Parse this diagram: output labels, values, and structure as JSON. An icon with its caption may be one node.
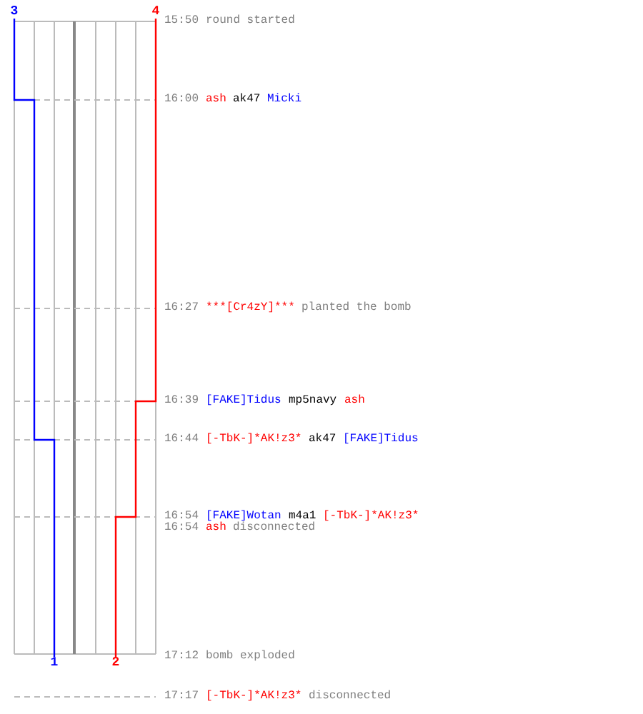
{
  "diagram": {
    "nodes": [
      {
        "text": [
          "3"
        ]
      },
      {
        "text": [
          "4"
        ]
      },
      {
        "text": [
          "1"
        ]
      },
      {
        "text": [
          "2"
        ]
      }
    ],
    "edges": [
      {
        "from": 0,
        "to": 2,
        "arrow": "none",
        "color": "#0000ff"
      },
      {
        "from": 1,
        "to": 3,
        "arrow": "none",
        "color": "#ff0000"
      }
    ],
    "labels": [
      "15:50",
      "round started",
      "16:00",
      "ash",
      "ak47",
      "Micki",
      "16:27",
      "***[Cr4zY]***",
      "planted the bomb",
      "16:39",
      "[FAKE]Tidus",
      "mp5navy",
      "ash",
      "16:44",
      "[-TbK-]*AK!z3*",
      "ak47",
      "[FAKE]Tidus",
      "16:54",
      "[FAKE]Wotan",
      "m4a1",
      "[-TbK-]*AK!z3*",
      "16:54",
      "ash",
      "disconnected",
      "17:12",
      "bomb exploded",
      "17:17",
      "[-TbK-]*AK!z3*",
      "disconnected"
    ]
  }
}
